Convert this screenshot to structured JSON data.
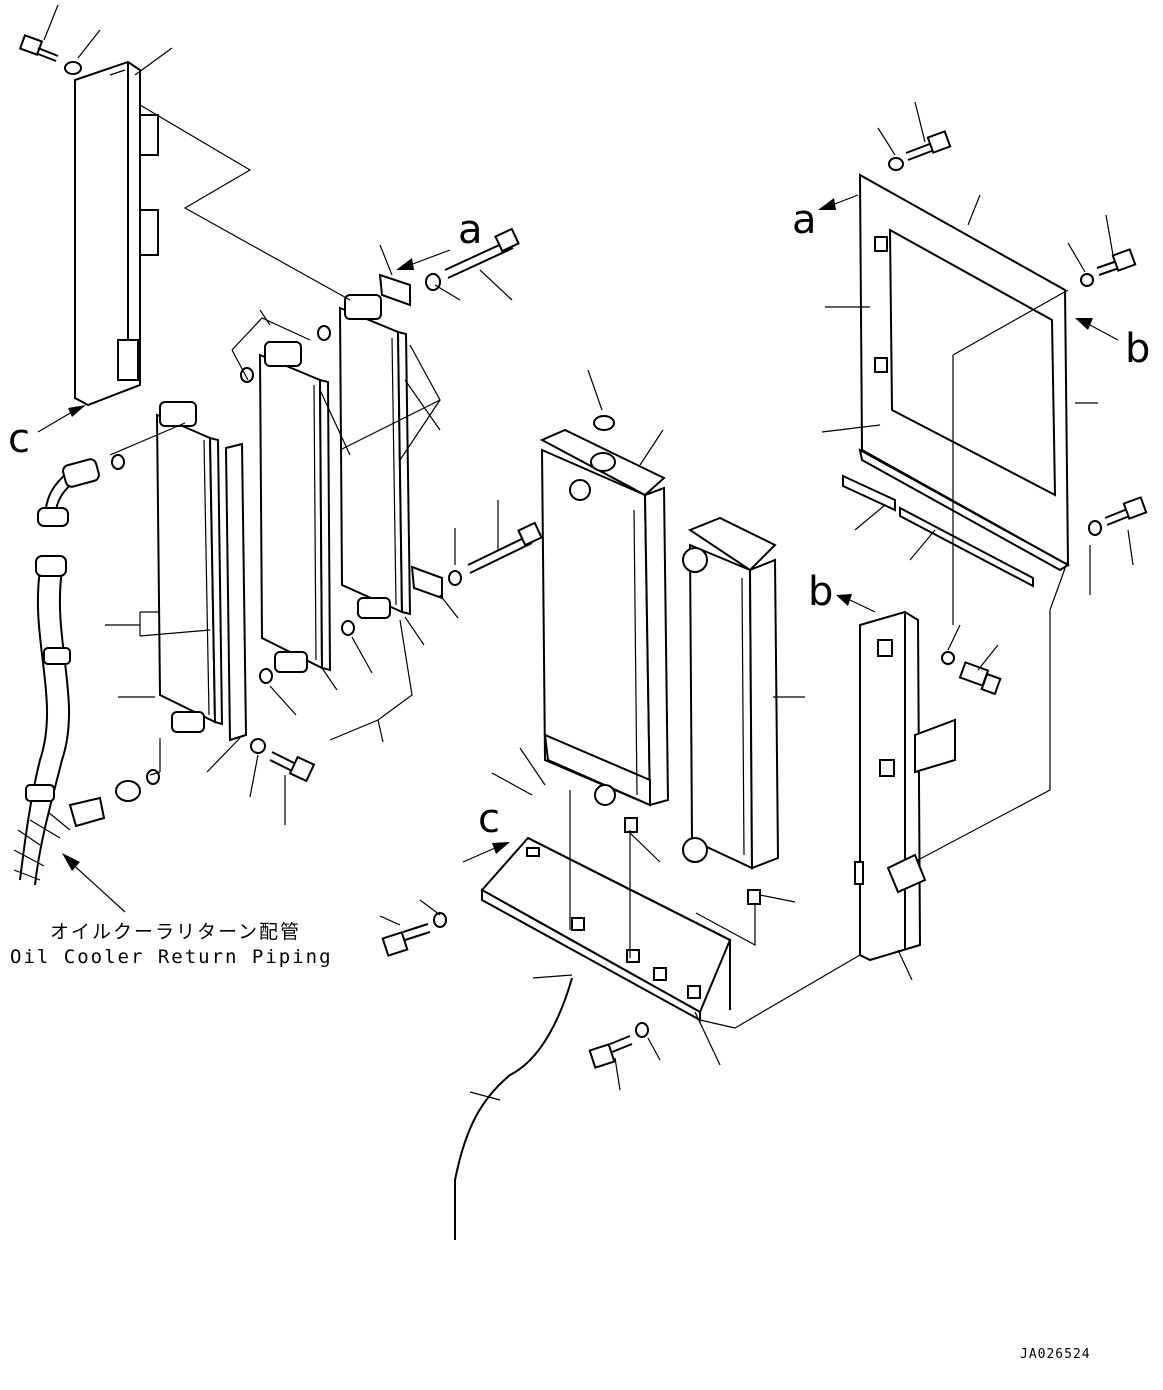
{
  "view_labels": {
    "a_top": "a",
    "a_right": "a",
    "b_right": "b",
    "b_lower": "b",
    "c_left": "c",
    "c_lower": "c"
  },
  "caption": {
    "japanese": "オイルクーラリターン配管",
    "english": "Oil Cooler Return Piping"
  },
  "drawing_code": "JA026524"
}
